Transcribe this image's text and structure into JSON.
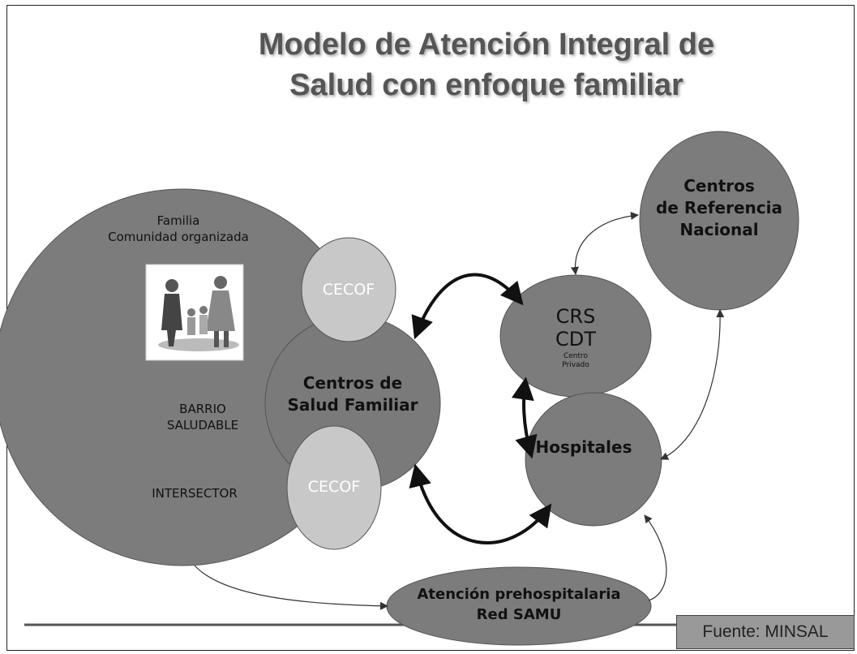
{
  "title": {
    "line1": "Modelo de Atención Integral de",
    "line2": "Salud con enfoque familiar"
  },
  "community": {
    "label_line1": "Familia",
    "label_line2": "Comunidad organizada",
    "barrio_line1": "BARRIO",
    "barrio_line2": "SALUDABLE",
    "intersector": "INTERSECTOR"
  },
  "cecof_top": "CECOF",
  "cecof_bottom": "CECOF",
  "cesfam": {
    "line1": "Centros de",
    "line2": "Salud Familiar"
  },
  "crs": {
    "line1": "CRS",
    "line2": "CDT",
    "sub1": "Centro",
    "sub2": "Privado"
  },
  "hospitales": "Hospitales",
  "centros_ref": {
    "line1": "Centros",
    "line2": "de Referencia",
    "line3": "Nacional"
  },
  "samu": {
    "line1": "Atención prehospitalaria",
    "line2": "Red SAMU"
  },
  "source": "Fuente: MINSAL",
  "colors": {
    "dark": "#7a7a7a",
    "light": "#c8c8c8",
    "line": "#333333"
  },
  "icons": {
    "family": "family-illustration"
  }
}
